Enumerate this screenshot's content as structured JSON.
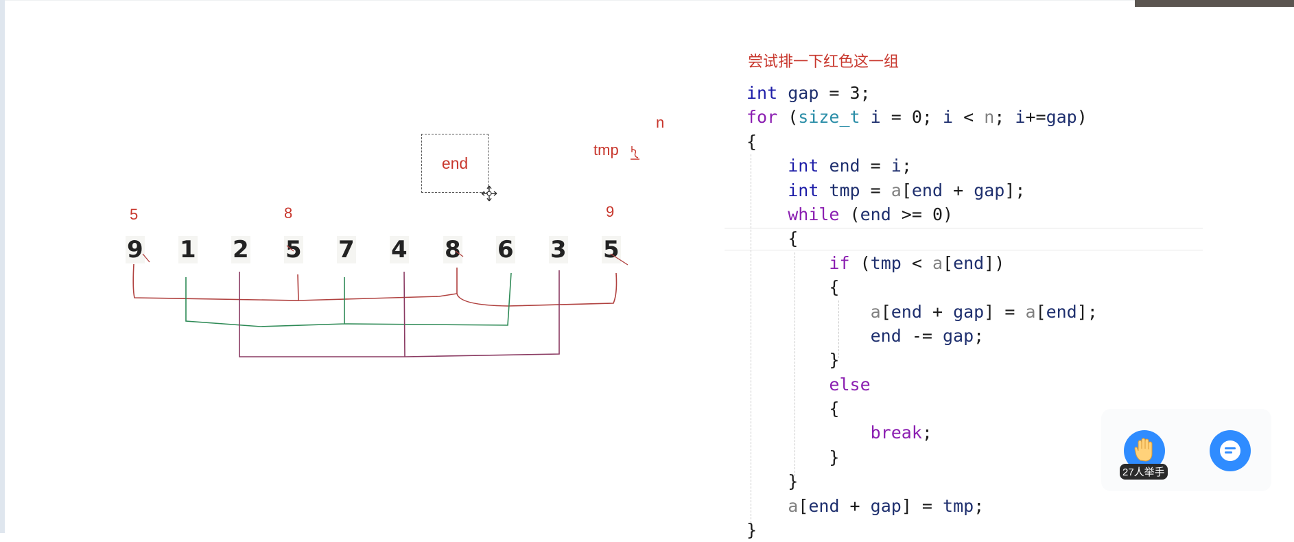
{
  "annotations": {
    "n_label": "n",
    "tmp_label": "tmp",
    "end_box_label": "end",
    "num_above_1": "5",
    "num_above_2": "8",
    "num_above_3": "9"
  },
  "array": [
    "9",
    "1",
    "2",
    "5",
    "7",
    "4",
    "8",
    "6",
    "3",
    "5"
  ],
  "code_panel": {
    "title": "尝试排一下红色这一组",
    "lines": [
      "int gap = 3;",
      "for (size_t i = 0; i < n; i+=gap)",
      "{",
      "int end = i;",
      "int tmp = a[end + gap];",
      "while (end >= 0)",
      "{",
      "if (tmp < a[end])",
      "{",
      "a[end + gap] = a[end];",
      "end -= gap;",
      "}",
      "else",
      "{",
      "break;",
      "}",
      "}",
      "a[end + gap] = tmp;",
      "}"
    ]
  },
  "controls": {
    "raise_hand_count": "27人举手",
    "raise_hand_icon": "raised-hand-icon",
    "chat_icon": "chat-bubble-icon"
  },
  "colors": {
    "annotation_red": "#c8372d",
    "group_red": "#b0413f",
    "group_green": "#2e8a56",
    "group_purple": "#8a3a62",
    "button_blue": "#2f8cff"
  }
}
